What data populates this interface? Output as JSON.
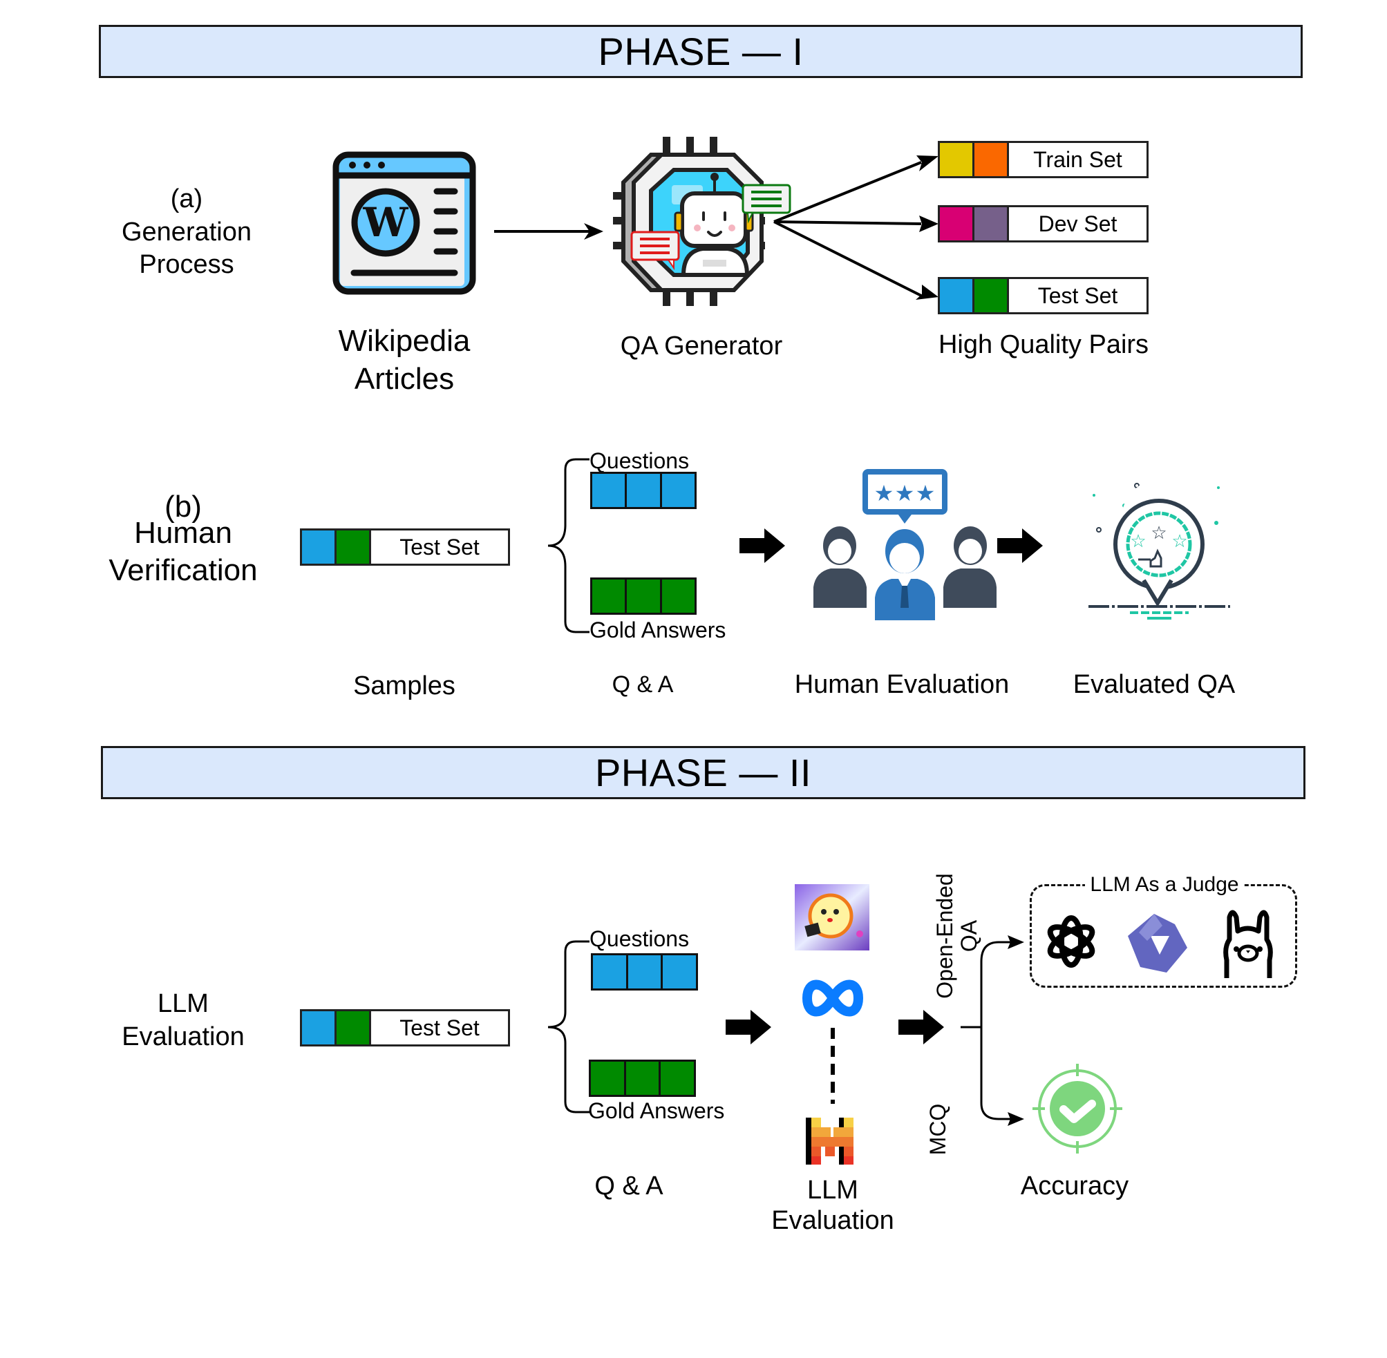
{
  "phase1": {
    "title": "PHASE — I",
    "generation": {
      "section_label_line1": "(a)",
      "section_label_line2": "Generation",
      "section_label_line3": "Process",
      "source_icon": "wikipedia-browser-icon",
      "source_label_line1": "Wikipedia",
      "source_label_line2": "Articles",
      "generator_icon": "robot-chip-icon",
      "generator_label": "QA Generator",
      "output_label": "High Quality Pairs",
      "sets": [
        {
          "label": "Train Set",
          "colors": [
            "#e3c800",
            "#fa6800"
          ]
        },
        {
          "label": "Dev Set",
          "colors": [
            "#d80073",
            "#76608a"
          ]
        },
        {
          "label": "Test Set",
          "colors": [
            "#1ba1e2",
            "#008a00"
          ]
        }
      ]
    },
    "verification": {
      "section_label_line1": "(b)",
      "section_label_line2": "Human",
      "section_label_line3": "Verification",
      "test_set_label": "Test Set",
      "samples_label": "Samples",
      "questions_label": "Questions",
      "gold_answers_label": "Gold Answers",
      "qa_label": "Q & A",
      "human_eval_icon": "human-evaluation-team-icon",
      "human_eval_label": "Human Evaluation",
      "evaluated_icon": "rating-badge-icon",
      "evaluated_label": "Evaluated QA"
    }
  },
  "phase2": {
    "title": "PHASE — II",
    "section_label_line1": "LLM",
    "section_label_line2": "Evaluation",
    "test_set_label": "Test Set",
    "questions_label": "Questions",
    "gold_answers_label": "Gold Answers",
    "qa_label": "Q & A",
    "models": [
      "mascot-model-icon",
      "meta-logo-icon",
      "mistral-logo-icon"
    ],
    "llm_eval_label_line1": "LLM",
    "llm_eval_label_line2": "Evaluation",
    "branch_open_label_line1": "Open-Ended",
    "branch_open_label_line2": "QA",
    "branch_mcq_label": "MCQ",
    "judge_label": "LLM As a Judge",
    "judges": [
      "openai-logo-icon",
      "qwen-logo-icon",
      "ollama-logo-icon"
    ],
    "accuracy_label": "Accuracy"
  },
  "colors": {
    "phase_fill": "#dae8fc",
    "question_blue": "#1ba1e2",
    "answer_green": "#008a00",
    "accuracy_green": "#7ed67e",
    "meta_blue": "#0a7cff",
    "qwen_purple": "#6266c0",
    "eval_teal": "#1fc6a4",
    "eval_dark": "#2f3d4c",
    "team_blue": "#2e78bf",
    "team_dark": "#3f4b5b"
  }
}
